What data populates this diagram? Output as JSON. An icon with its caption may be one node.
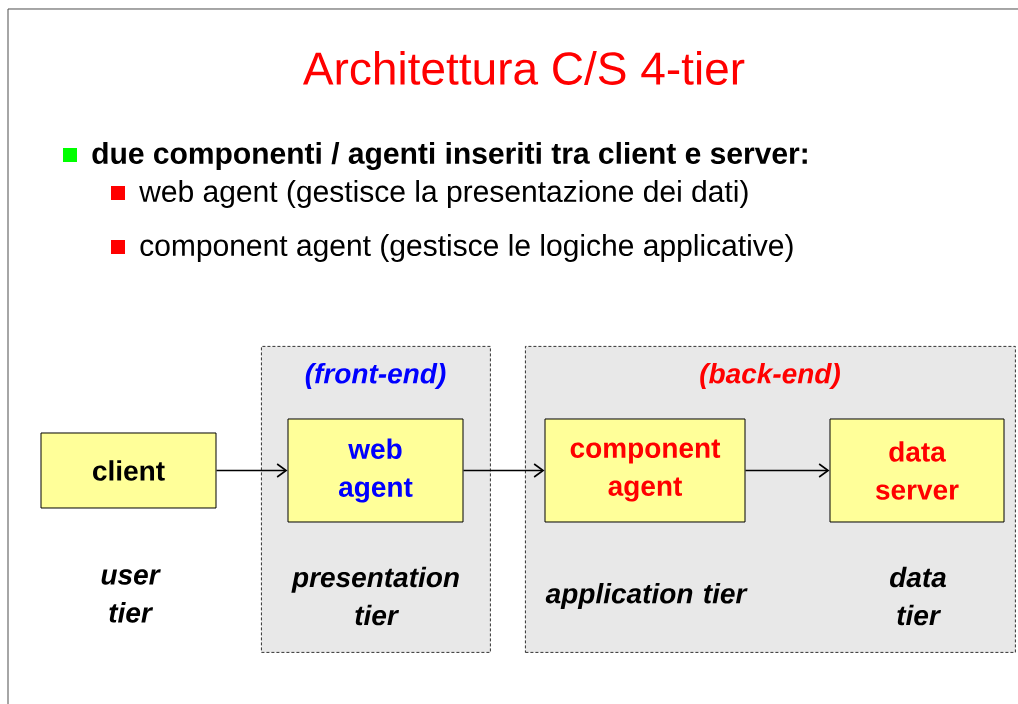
{
  "diagram": {
    "title": "Architettura C/S 4-tier",
    "nodes": [
      {
        "text": [
          "client"
        ],
        "beside": [
          "user tier"
        ]
      },
      {
        "text": [
          "(front-end)"
        ]
      },
      {
        "text": [
          "web agent"
        ],
        "beside": [
          "presentation tier"
        ],
        "in": 1
      },
      {
        "text": [
          "(back-end)"
        ]
      },
      {
        "text": [
          "component agent"
        ],
        "beside": [
          "application tier"
        ],
        "in": 3
      },
      {
        "text": [
          "data server"
        ],
        "beside": [
          "data tier"
        ],
        "in": 3
      }
    ],
    "edges": [
      {
        "from": 0,
        "to": 2,
        "arrow": "to"
      },
      {
        "from": 2,
        "to": 4,
        "arrow": "to"
      },
      {
        "from": 4,
        "to": 5,
        "arrow": "to"
      }
    ],
    "labels": [
      "due componenti / agenti inseriti tra client e server:",
      "web agent (gestisce la presentazione dei dati)",
      "component agent (gestisce le logiche applicative)"
    ]
  }
}
